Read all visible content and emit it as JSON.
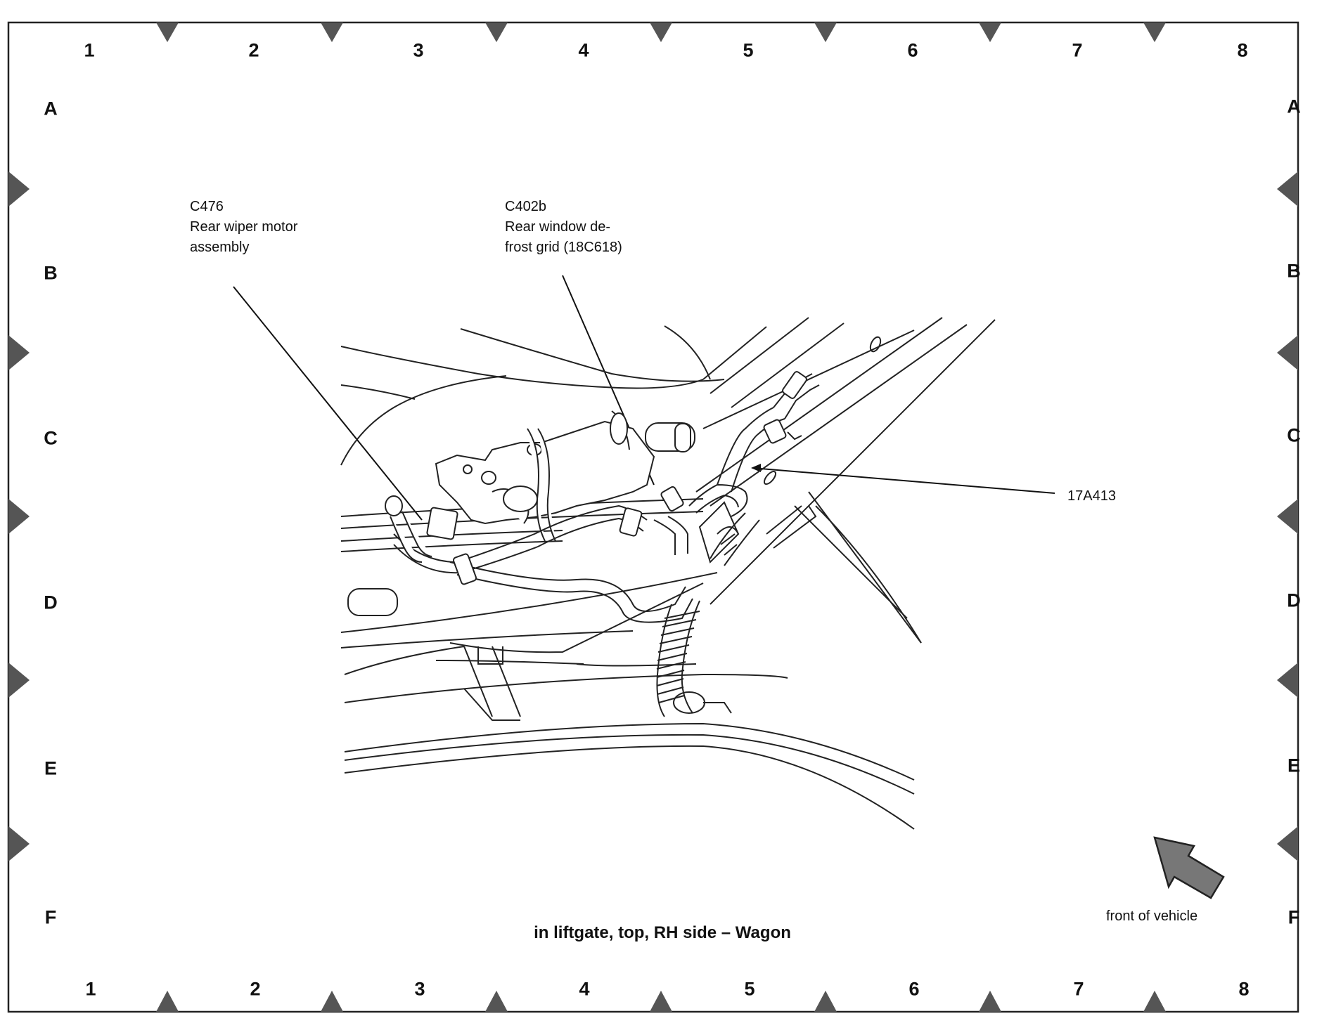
{
  "grid": {
    "columns": [
      "1",
      "2",
      "3",
      "4",
      "5",
      "6",
      "7",
      "8"
    ],
    "rows": [
      "A",
      "B",
      "C",
      "D",
      "E",
      "F"
    ]
  },
  "callouts": {
    "c476": {
      "id": "C476",
      "line1": "Rear wiper motor",
      "line2": "assembly"
    },
    "c402b": {
      "id": "C402b",
      "line1": "Rear window de-",
      "line2": "frost grid (18C618)"
    },
    "harness": {
      "id": "17A413"
    }
  },
  "caption": "in liftgate, top, RH side – Wagon",
  "orientation": {
    "label": "front of vehicle",
    "icon": "front-of-vehicle-arrow-icon"
  }
}
